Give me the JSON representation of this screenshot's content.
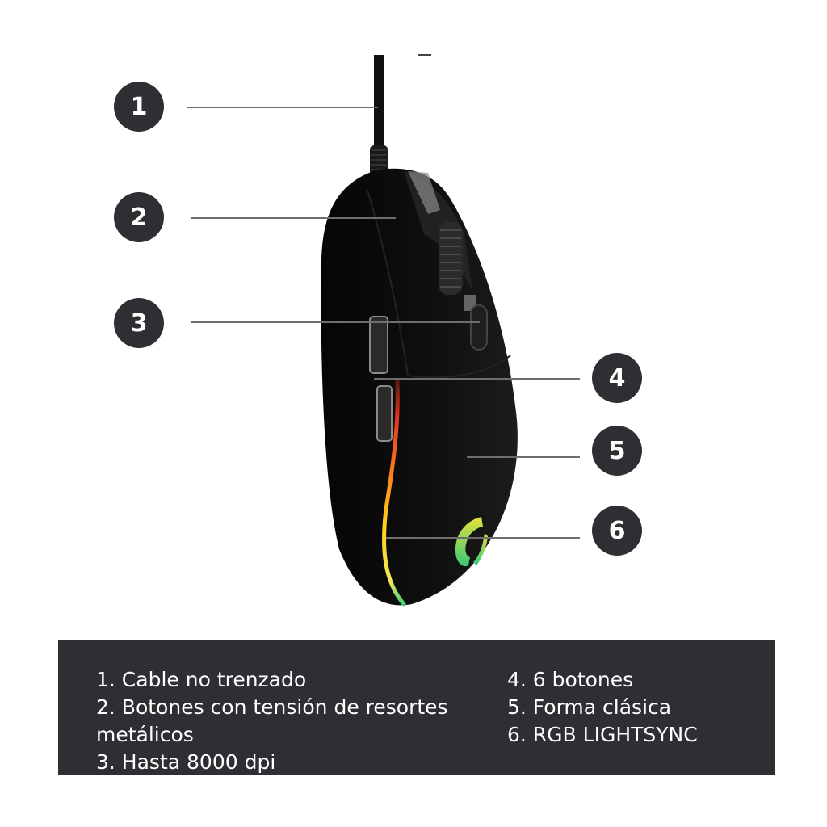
{
  "figure": {
    "subject": "gaming mouse with callouts",
    "colors": {
      "badge_bg": "#2e2f33",
      "badge_text": "#ffffff",
      "leader_line": "#6e6e6e",
      "spec_box_bg": "#2e2f33",
      "mouse_body": "#0b0b0b",
      "rgb_strip_top": "#e0301e",
      "rgb_strip_mid": "#ffd21a",
      "rgb_strip_bottom": "#3fcf7a"
    },
    "callouts": [
      {
        "number": "1",
        "side": "left"
      },
      {
        "number": "2",
        "side": "left"
      },
      {
        "number": "3",
        "side": "left"
      },
      {
        "number": "4",
        "side": "right"
      },
      {
        "number": "5",
        "side": "right"
      },
      {
        "number": "6",
        "side": "right"
      }
    ],
    "logo_icon": "g-logo-icon"
  },
  "specs": {
    "left": [
      "1. Cable no trenzado",
      "2. Botones con tensión de resortes metálicos",
      "3. Hasta 8000 dpi"
    ],
    "right": [
      "4. 6 botones",
      "5. Forma clásica",
      "6. RGB LIGHTSYNC"
    ]
  }
}
